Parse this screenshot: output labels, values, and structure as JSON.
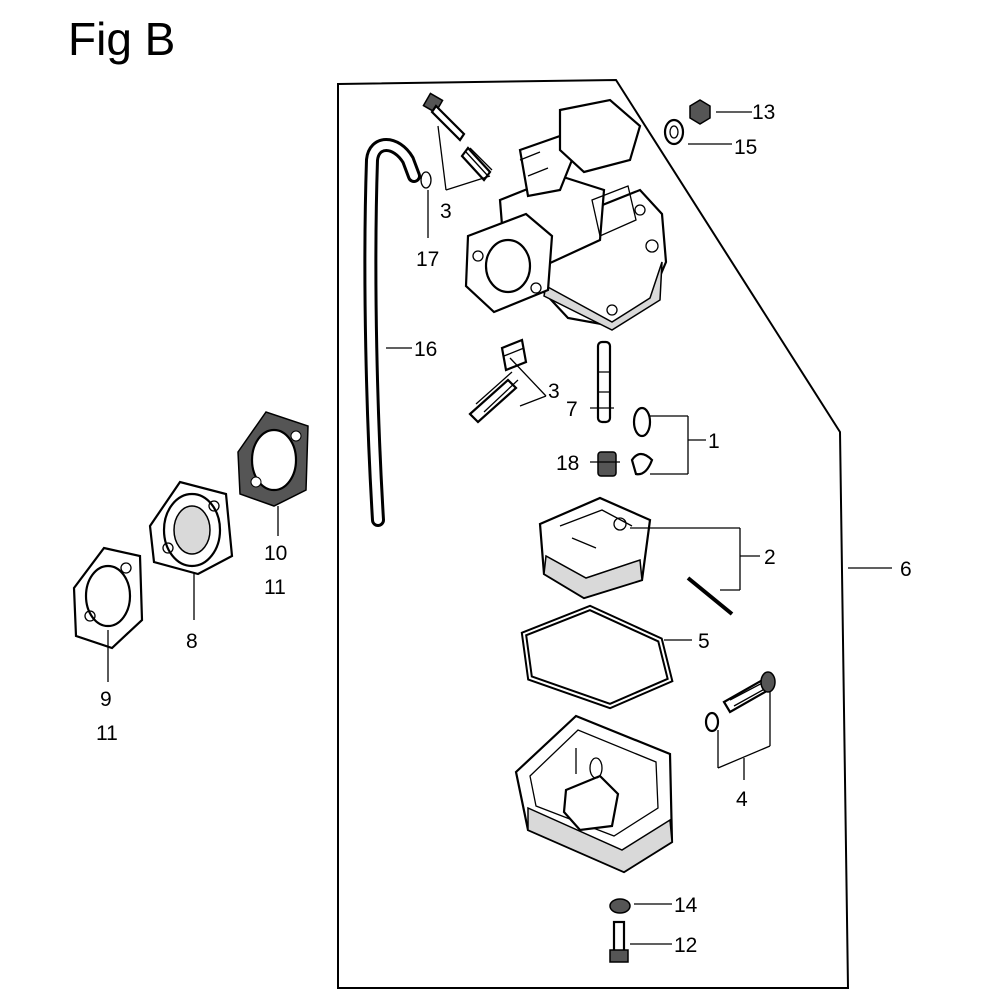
{
  "figure": {
    "title": "Fig B"
  },
  "callouts": {
    "c1": "1",
    "c2": "2",
    "c3a": "3",
    "c3b": "3",
    "c4": "4",
    "c5": "5",
    "c6": "6",
    "c7": "7",
    "c8": "8",
    "c9": "9",
    "c9b": "11",
    "c10": "10",
    "c10b": "11",
    "c12": "12",
    "c13": "13",
    "c14": "14",
    "c15": "15",
    "c16": "16",
    "c17": "17",
    "c18": "18"
  },
  "colors": {
    "ink": "#000000",
    "paper": "#ffffff"
  }
}
